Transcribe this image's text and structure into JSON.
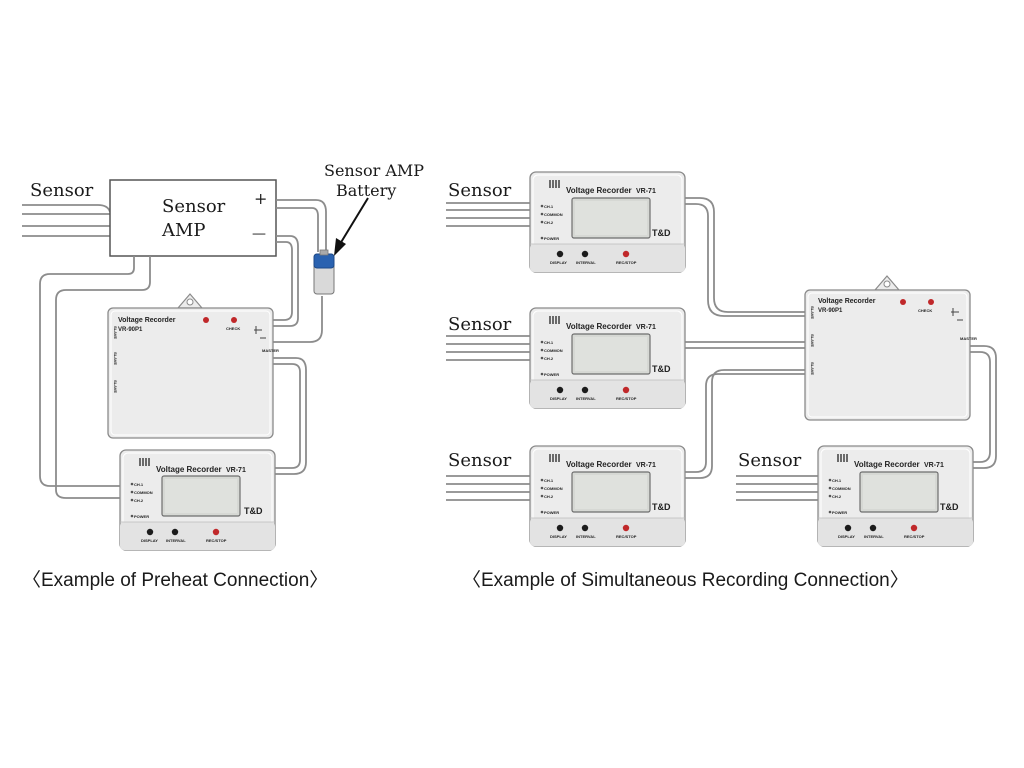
{
  "left": {
    "sensor_label": "Sensor",
    "amp_label_line1": "Sensor",
    "amp_label_line2": "AMP",
    "plus_sign": "+",
    "minus_sign": "—",
    "battery_label_line1": "Sensor AMP",
    "battery_label_line2": "Battery",
    "caption": "〈Example of Preheat Connection〉"
  },
  "right": {
    "sensor_label": "Sensor",
    "caption": "〈Example of Simultaneous Recording Connection〉"
  },
  "recorder": {
    "title": "Voltage Recorder",
    "model": "VR-71",
    "ch1": "CH.1",
    "common": "COMMON",
    "ch2": "CH.2",
    "power": "POWER",
    "btn_display": "DISPLAY",
    "btn_interval": "INTERVAL",
    "btn_recstop": "REC/STOP",
    "brand": "T&D"
  },
  "powerbox": {
    "title": "Voltage Recorder",
    "model": "VR-90P1",
    "check": "CHECK",
    "master": "MASTER",
    "slave1": "SLAVE",
    "slave2": "SLAVE",
    "slave3": "SLAVE"
  },
  "colors": {
    "device_fill": "#ececec",
    "device_stroke": "#8a8a8a",
    "cable": "#8c8c8c",
    "battery_blue": "#2a62b0",
    "red_button": "#c0282a"
  }
}
